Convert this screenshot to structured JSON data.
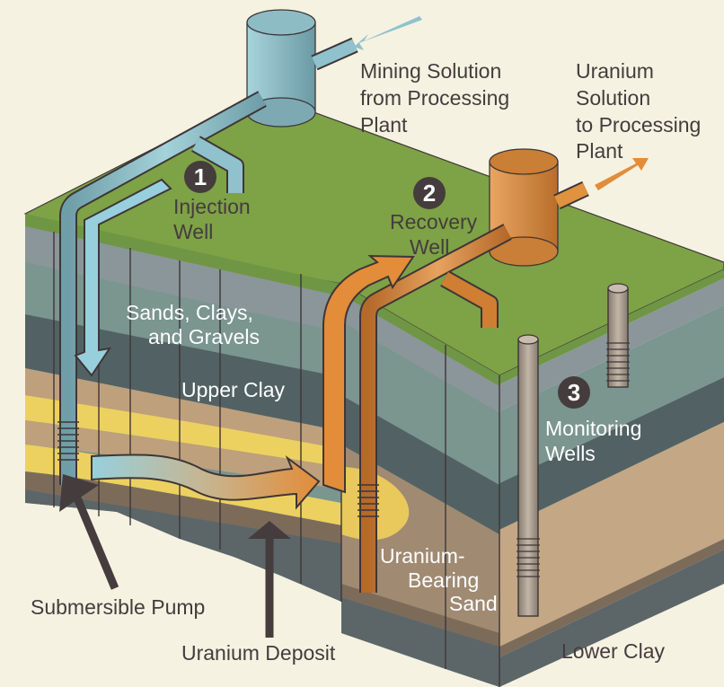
{
  "title": "In-situ uranium recovery diagram",
  "labels": {
    "mining_solution": [
      "Mining Solution",
      "from Processing",
      "Plant"
    ],
    "uranium_solution": [
      "Uranium",
      "Solution",
      "to Processing",
      "Plant"
    ],
    "injection_well": {
      "number": "1",
      "lines": [
        "Injection",
        "Well"
      ]
    },
    "recovery_well": {
      "number": "2",
      "lines": [
        "Recovery",
        "Well"
      ]
    },
    "monitoring_wells": {
      "number": "3",
      "lines": [
        "Monitoring",
        "Wells"
      ]
    },
    "sands_clays_gravels": [
      "Sands, Clays,",
      "and Gravels"
    ],
    "upper_clay": "Upper Clay",
    "uranium_bearing_sand": [
      "Uranium-",
      "Bearing",
      "Sand"
    ],
    "submersible_pump": "Submersible Pump",
    "uranium_deposit": "Uranium Deposit",
    "lower_clay": "Lower Clay"
  },
  "colors": {
    "background": "#f5f2e2",
    "ground_surface": "#7ea246",
    "injection_blue": "#8fc2cc",
    "recovery_orange": "#e38c39",
    "monitoring_gray": "#a39789",
    "sand_yellow": "#ecd160",
    "sand_tan": "#bfa07c",
    "clay_dark": "#526264",
    "layer_teal": "#7b958f",
    "ink": "#453c3d"
  }
}
